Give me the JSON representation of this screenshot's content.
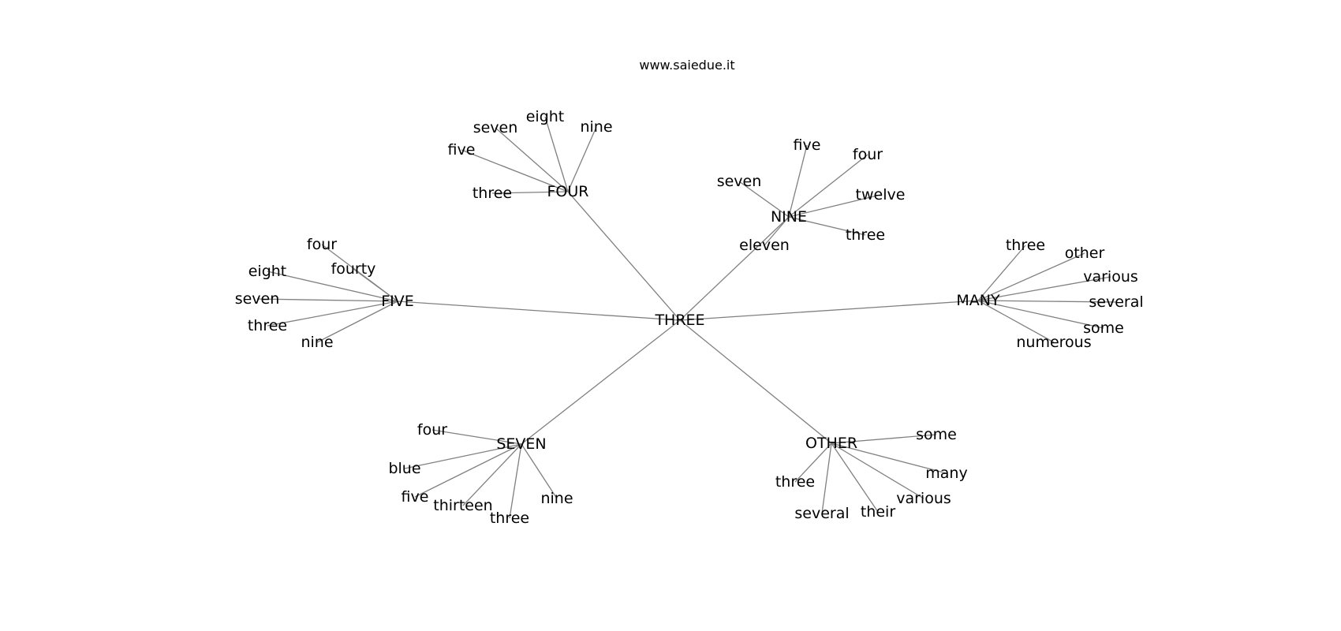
{
  "header": {
    "site": "www.saiedue.it"
  },
  "graph": {
    "root": "THREE",
    "groups": [
      {
        "name": "FOUR",
        "children": [
          "three",
          "five",
          "seven",
          "eight",
          "nine"
        ]
      },
      {
        "name": "NINE",
        "children": [
          "seven",
          "five",
          "four",
          "twelve",
          "three",
          "eleven"
        ]
      },
      {
        "name": "FIVE",
        "children": [
          "four",
          "fourty",
          "eight",
          "seven",
          "three",
          "nine"
        ]
      },
      {
        "name": "MANY",
        "children": [
          "three",
          "other",
          "various",
          "several",
          "some",
          "numerous"
        ]
      },
      {
        "name": "SEVEN",
        "children": [
          "four",
          "blue",
          "five",
          "thirteen",
          "three",
          "nine"
        ]
      },
      {
        "name": "OTHER",
        "children": [
          "some",
          "many",
          "various",
          "their",
          "several",
          "three"
        ]
      }
    ]
  }
}
